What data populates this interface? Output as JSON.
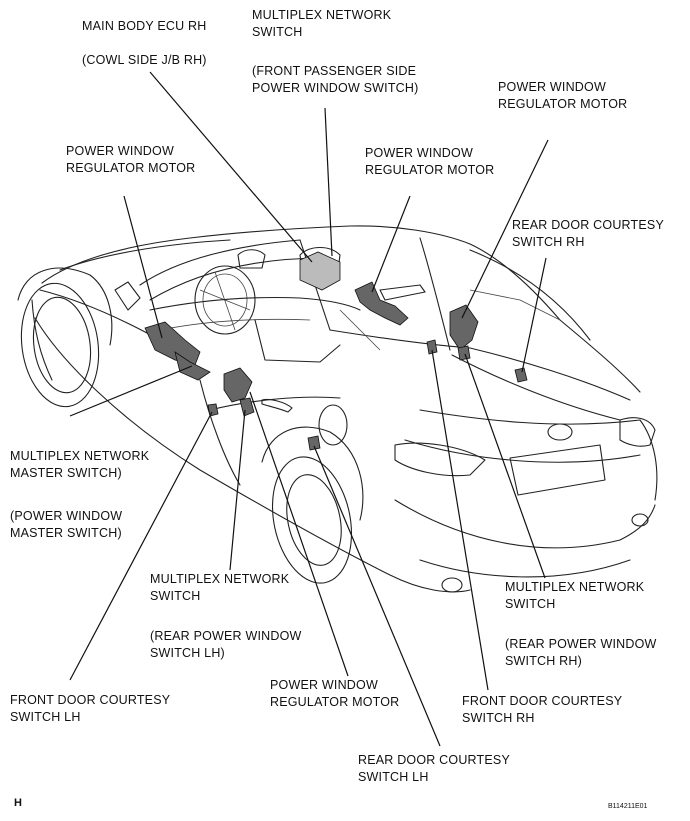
{
  "labels": {
    "main_ecu_1": "MAIN BODY ECU RH",
    "main_ecu_2": "(COWL SIDE J/B RH)",
    "mpx_fp_1": "MULTIPLEX NETWORK",
    "mpx_fp_2": "SWITCH",
    "mpx_fp_3": "(FRONT PASSENGER SIDE",
    "mpx_fp_4": "POWER WINDOW SWITCH)",
    "pwr_tr_1": "POWER WINDOW",
    "pwr_tr_2": "REGULATOR MOTOR",
    "pwr_tl_1": "POWER WINDOW",
    "pwr_tl_2": "REGULATOR MOTOR",
    "pwr_mid_1": "POWER WINDOW",
    "pwr_mid_2": "REGULATOR MOTOR",
    "rear_door_rh_1": "REAR DOOR COURTESY",
    "rear_door_rh_2": "SWITCH RH",
    "master_1": "MULTIPLEX NETWORK",
    "master_2": "MASTER SWITCH)",
    "master_3": "(POWER WINDOW",
    "master_4": "MASTER SWITCH)",
    "mpx_lh_1": "MULTIPLEX NETWORK",
    "mpx_lh_2": "SWITCH",
    "mpx_lh_3": "(REAR POWER WINDOW",
    "mpx_lh_4": "SWITCH LH)",
    "mpx_rh_1": "MULTIPLEX NETWORK",
    "mpx_rh_2": "SWITCH",
    "mpx_rh_3": "(REAR POWER WINDOW",
    "mpx_rh_4": "SWITCH RH)",
    "front_lh_1": "FRONT DOOR COURTESY",
    "front_lh_2": "SWITCH LH",
    "pwr_bot_1": "POWER WINDOW",
    "pwr_bot_2": "REGULATOR MOTOR",
    "front_rh_1": "FRONT DOOR COURTESY",
    "front_rh_2": "SWITCH RH",
    "rear_door_lh_1": "REAR DOOR COURTESY",
    "rear_door_lh_2": "SWITCH LH"
  },
  "corner_mark": "H",
  "figure_code": "B114211E01"
}
